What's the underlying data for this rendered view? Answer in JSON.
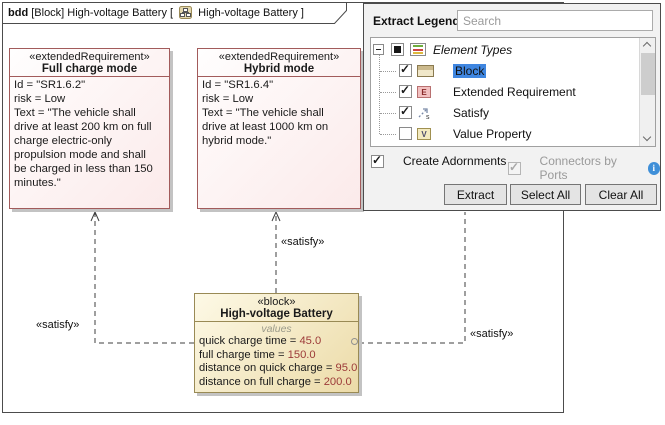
{
  "diagram": {
    "header": {
      "keyword": "bdd",
      "context": " [Block] High-voltage Battery [ ",
      "tail": " High-voltage Battery ]"
    },
    "requirements": [
      {
        "stereotype": "«extendedRequirement»",
        "name": "Full charge mode",
        "body": "Id = \"SR1.6.2\"\nrisk = Low\nText = \"The vehicle shall\ndrive at least 200 km on full\ncharge electric-only\npropulsion mode and shall\nbe charged in less than 150\nminutes.\""
      },
      {
        "stereotype": "«extendedRequirement»",
        "name": "Hybrid mode",
        "body": "Id = \"SR1.6.4\"\nrisk = Low\nText = \"The vehicle shall\ndrive at least 1000 km on\nhybrid mode.\""
      }
    ],
    "block": {
      "stereotype": "«block»",
      "name": "High-voltage Battery",
      "compartment_label": "values",
      "values": [
        {
          "label": "quick charge time = ",
          "value": "45.0"
        },
        {
          "label": "full charge time = ",
          "value": "150.0"
        },
        {
          "label": "distance on quick charge = ",
          "value": "95.0"
        },
        {
          "label": "distance on full charge = ",
          "value": "200.0"
        }
      ]
    },
    "connectors": [
      {
        "label": "«satisfy»"
      },
      {
        "label": "«satisfy»"
      },
      {
        "label": "«satisfy»"
      }
    ]
  },
  "panel": {
    "title": "Extract Legends:",
    "search_placeholder": "Search",
    "tree": {
      "root": {
        "label": "Element Types",
        "checked": "partial"
      },
      "items": [
        {
          "label": "Block",
          "icon": "block-icon",
          "checked": true,
          "selected": true
        },
        {
          "label": "Extended Requirement",
          "icon": "extended-requirement-icon",
          "icon_glyph": "E",
          "checked": true,
          "selected": false
        },
        {
          "label": "Satisfy",
          "icon": "satisfy-icon",
          "checked": true,
          "selected": false
        },
        {
          "label": "Value Property",
          "icon": "value-property-icon",
          "icon_glyph": "V",
          "checked": false,
          "selected": false
        }
      ]
    },
    "options": {
      "create_adornments": "Create Adornments",
      "create_adornments_checked": true,
      "connectors_by_ports": "Connectors by Ports",
      "connectors_by_ports_checked": true,
      "connectors_by_ports_enabled": false
    },
    "buttons": {
      "extract": "Extract",
      "select_all": "Select All",
      "clear_all": "Clear All"
    }
  },
  "colors": {
    "selection_blue": "#3f86e0",
    "requirement_fill": "#fbeaea",
    "requirement_border": "#a25b5b",
    "block_fill": "#f2e4b5",
    "block_border": "#998a55",
    "value_number_text": "#9c3a38",
    "info_icon_blue": "#3f8fd8"
  }
}
